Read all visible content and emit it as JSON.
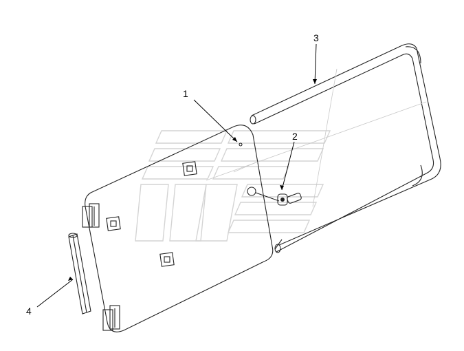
{
  "callouts": [
    {
      "id": "1",
      "label": "1"
    },
    {
      "id": "2",
      "label": "2"
    },
    {
      "id": "3",
      "label": "3"
    },
    {
      "id": "4",
      "label": "4"
    }
  ],
  "colors": {
    "line": "#222222",
    "watermark": "#d4d4d4",
    "background": "#ffffff"
  }
}
